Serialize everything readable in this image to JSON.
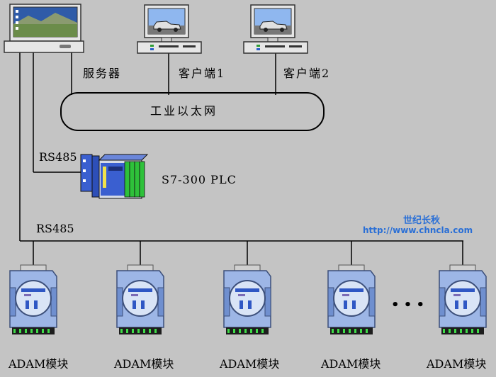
{
  "labels": {
    "server": "服务器",
    "client1": "客户端1",
    "client2": "客户端2",
    "ethernet": "工业以太网",
    "rs485_top": "RS485",
    "plc": "S7-300 PLC",
    "rs485_bottom": "RS485",
    "ellipsis": "• • •"
  },
  "watermark": {
    "name": "世纪长秋",
    "url": "http://www.chncla.com"
  },
  "modules": [
    {
      "label": "ADAM模块"
    },
    {
      "label": "ADAM模块"
    },
    {
      "label": "ADAM模块"
    },
    {
      "label": "ADAM模块"
    },
    {
      "label": "ADAM模块"
    }
  ],
  "colors": {
    "background": "#c4c4c4",
    "module_body": "#9db6e6",
    "module_face": "#d9e4f6",
    "plc_blue": "#3a5fd0",
    "plc_green": "#2ec13a",
    "monitor_case": "#e6e6e6",
    "watermark": "#2a6fd6"
  }
}
